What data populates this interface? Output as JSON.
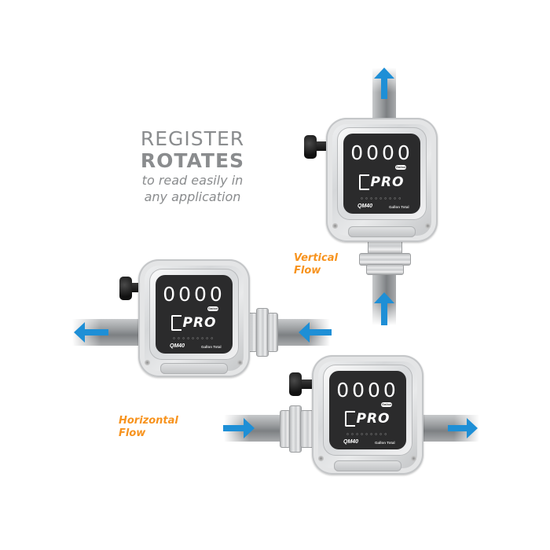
{
  "headline": {
    "line1": "REGISTER",
    "line2": "ROTATES",
    "line3": "to read easily in",
    "line4": "any application",
    "color": "#8a8c8e"
  },
  "labels": {
    "vertical": {
      "line1": "Vertical",
      "line2": "Flow"
    },
    "horizontal": {
      "line1": "Horizontal",
      "line2": "Flow"
    },
    "color": "#f7931e"
  },
  "arrow_color": "#1e8fd6",
  "meters": [
    {
      "orientation": "vertical",
      "digits": "0000",
      "unit": "Gallon",
      "brand": "PRO",
      "model": "QM40",
      "total_label": "Gallon Total",
      "dots": "○○○○○○○○○",
      "flow_direction": "up"
    },
    {
      "orientation": "horizontal-left",
      "digits": "0000",
      "unit": "Gallon",
      "brand": "PRO",
      "model": "QM40",
      "total_label": "Gallon Total",
      "dots": "○○○○○○○○○",
      "flow_direction": "left"
    },
    {
      "orientation": "horizontal-right",
      "digits": "0000",
      "unit": "Gallon",
      "brand": "PRO",
      "model": "QM40",
      "total_label": "Gallon Total",
      "dots": "○○○○○○○○○",
      "flow_direction": "right"
    }
  ]
}
